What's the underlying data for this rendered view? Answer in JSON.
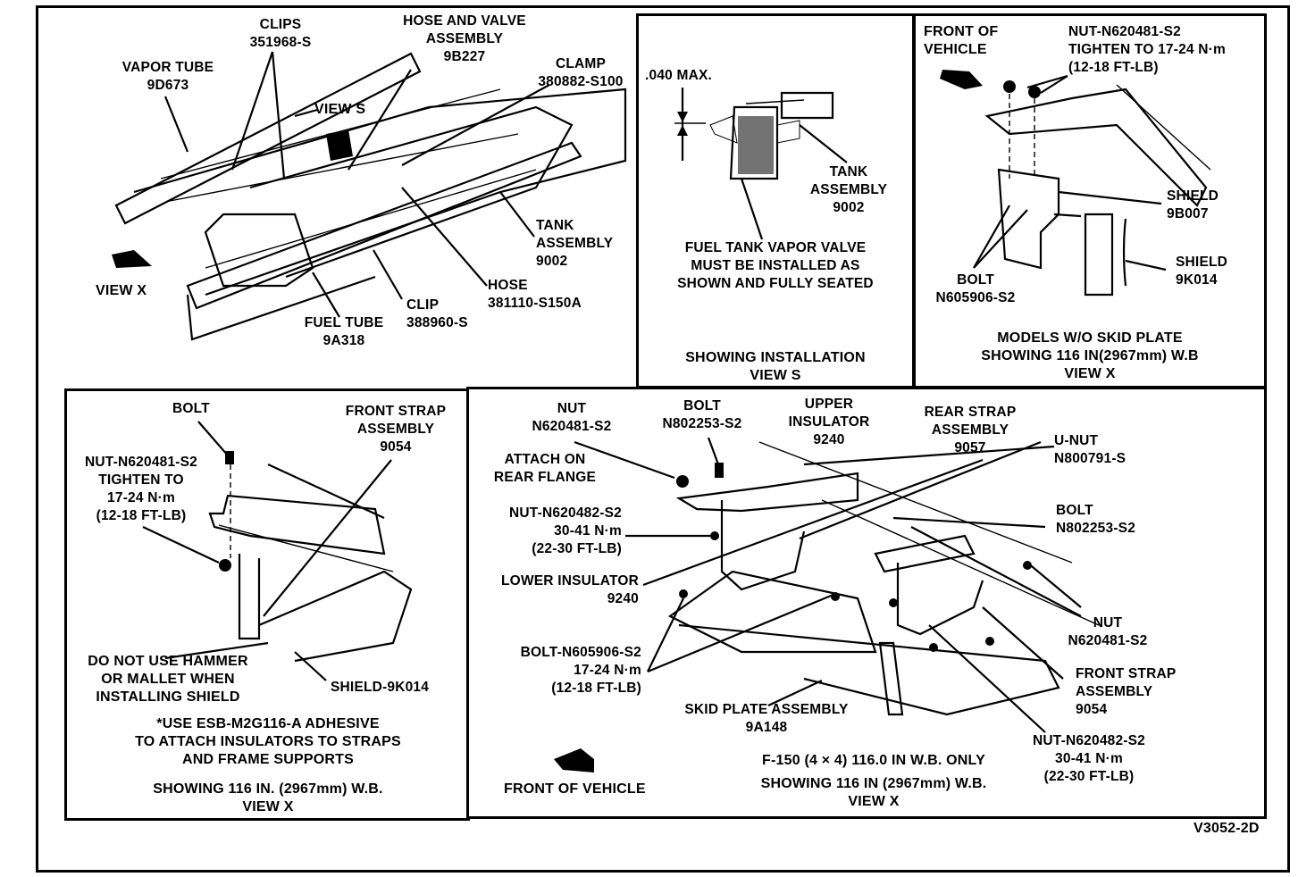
{
  "figure_id": "V3052-2D",
  "panels": {
    "overview": {
      "labels": {
        "vapor_tube": "VAPOR TUBE\n9D673",
        "clips": "CLIPS\n351968-S",
        "hose_valve": "HOSE AND VALVE\nASSEMBLY\n9B227",
        "clamp": "CLAMP\n380882-S100",
        "view_s": "VIEW S",
        "tank_assembly": "TANK\nASSEMBLY\n9002",
        "view_x": "VIEW X",
        "hose": "HOSE\n381110-S150A",
        "clip": "CLIP\n388960-S",
        "fuel_tube": "FUEL TUBE\n9A318"
      }
    },
    "view_s": {
      "labels": {
        "max_gap": ".040 MAX.",
        "tank_assembly": "TANK\nASSEMBLY\n9002",
        "note": "FUEL TANK VAPOR VALVE\nMUST BE INSTALLED AS\nSHOWN AND FULLY SEATED"
      },
      "caption": "SHOWING INSTALLATION\nVIEW S"
    },
    "view_x_no_skid": {
      "labels": {
        "front_of_vehicle": "FRONT OF\nVEHICLE",
        "nut": "NUT-N620481-S2\nTIGHTEN TO 17-24 N·m\n(12-18 FT-LB)",
        "shield_9b007": "SHIELD\n9B007",
        "shield_9k014": "SHIELD\n9K014",
        "bolt": "BOLT\nN605906-S2"
      },
      "caption": "MODELS W/O SKID PLATE\nSHOWING 116 IN(2967mm) W.B\nVIEW X"
    },
    "view_x_shield": {
      "labels": {
        "bolt": "BOLT",
        "front_strap": "FRONT STRAP\nASSEMBLY\n9054",
        "nut": "NUT-N620481-S2\nTIGHTEN TO\n17-24 N·m\n(12-18 FT-LB)",
        "warning": "DO NOT USE HAMMER\nOR MALLET WHEN\nINSTALLING SHIELD",
        "shield": "SHIELD-9K014",
        "adhesive_note": "*USE ESB-M2G116-A ADHESIVE\nTO ATTACH INSULATORS TO STRAPS\nAND FRAME SUPPORTS"
      },
      "caption": "SHOWING 116 IN. (2967mm) W.B.\nVIEW X"
    },
    "view_x_skid": {
      "labels": {
        "nut_top": "NUT\nN620481-S2",
        "bolt_top": "BOLT\nN802253-S2",
        "upper_insulator": "UPPER\nINSULATOR\n9240",
        "rear_strap": "REAR STRAP\nASSEMBLY\n9057",
        "u_nut": "U-NUT\nN800791-S",
        "attach_rear": "ATTACH ON\nREAR FLANGE",
        "nut_n620482": "NUT-N620482-S2\n30-41 N·m\n(22-30 FT-LB)",
        "bolt_right": "BOLT\nN802253-S2",
        "lower_insulator": "LOWER INSULATOR\n9240",
        "nut_right": "NUT\nN620481-S2",
        "bolt_n605906": "BOLT-N605906-S2\n17-24 N·m\n(12-18 FT-LB)",
        "front_strap": "FRONT STRAP\nASSEMBLY\n9054",
        "skid_plate": "SKID PLATE ASSEMBLY\n9A148",
        "nut_bottom": "NUT-N620482-S2\n30-41 N·m\n(22-30 FT-LB)",
        "front_of_vehicle": "FRONT OF VEHICLE",
        "model_note": "F-150 (4 × 4) 116.0 IN W.B. ONLY"
      },
      "caption": "SHOWING 116 IN (2967mm) W.B.\nVIEW X"
    }
  }
}
